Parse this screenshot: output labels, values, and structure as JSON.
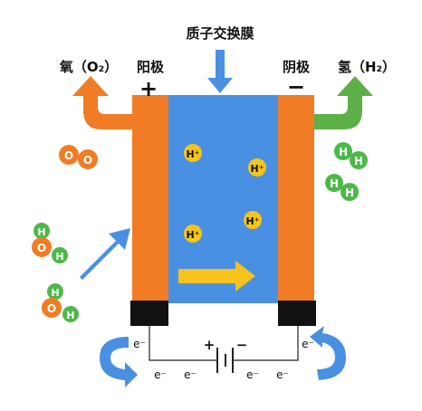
{
  "membrane_label": "质子交换膜",
  "anode_label": "阳极",
  "cathode_label": "阴极",
  "anode_sign": "+",
  "cathode_sign": "−",
  "oxygen_label": "氧（O₂）",
  "hydrogen_label": "氢（H₂）",
  "proton_label": "H⁺",
  "h_atom": "H",
  "o_atom": "O",
  "electron_label": "e⁻",
  "battery_plus": "+",
  "battery_minus": "−",
  "colors": {
    "membrane": "#4a90e2",
    "electrode": "#f07c26",
    "terminal": "#111111",
    "proton": "#f5c518",
    "oxygen_atom": "#f07c26",
    "hydrogen_atom": "#4cb848",
    "arrow_blue": "#4a90e2",
    "arrow_yellow": "#f7c21b",
    "arrow_orange": "#f07c26",
    "arrow_green": "#5db048"
  }
}
